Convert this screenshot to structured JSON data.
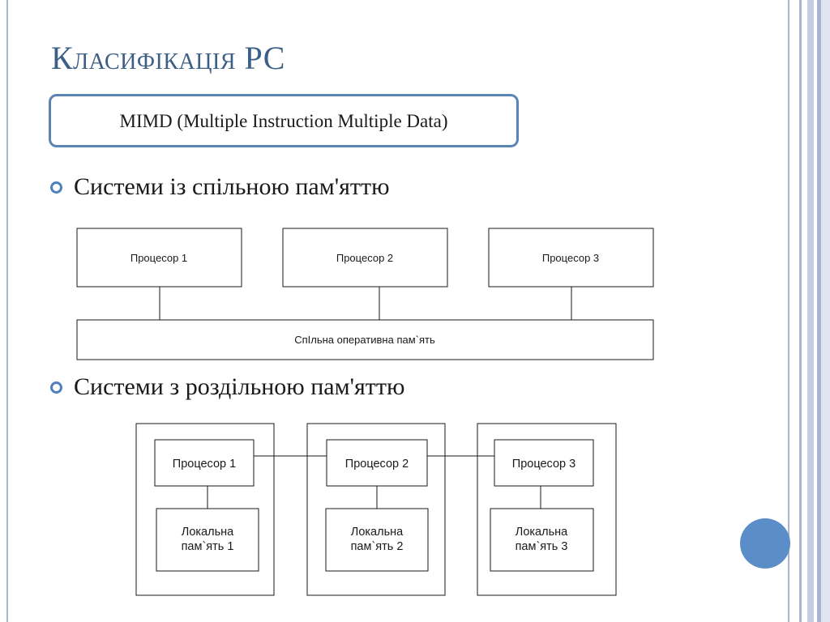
{
  "slide": {
    "title": "Класифікація РС",
    "mimd_label": "MIMD (Multiple Instruction Multiple Data)"
  },
  "bullets": [
    {
      "text": "Системи із спільною пам'яттю"
    },
    {
      "text": "Системи з роздільною пам'яттю"
    }
  ],
  "shared_memory_diagram": {
    "processors": [
      "Процесор 1",
      "Процесор 2",
      "Процесор 3"
    ],
    "memory": "СпІльна оперативна пам`ять"
  },
  "distributed_memory_diagram": {
    "nodes": [
      {
        "processor": "Процесор 1",
        "memory_line1": "Локальна",
        "memory_line2": "пам`ять 1"
      },
      {
        "processor": "Процесор 2",
        "memory_line1": "Локальна",
        "memory_line2": "пам`ять 2"
      },
      {
        "processor": "Процесор 3",
        "memory_line1": "Локальна",
        "memory_line2": "пам`ять 3"
      }
    ]
  },
  "colors": {
    "title": "#3c5f86",
    "accent": "#4e81bd",
    "decor_circle": "#5b8dc9"
  }
}
